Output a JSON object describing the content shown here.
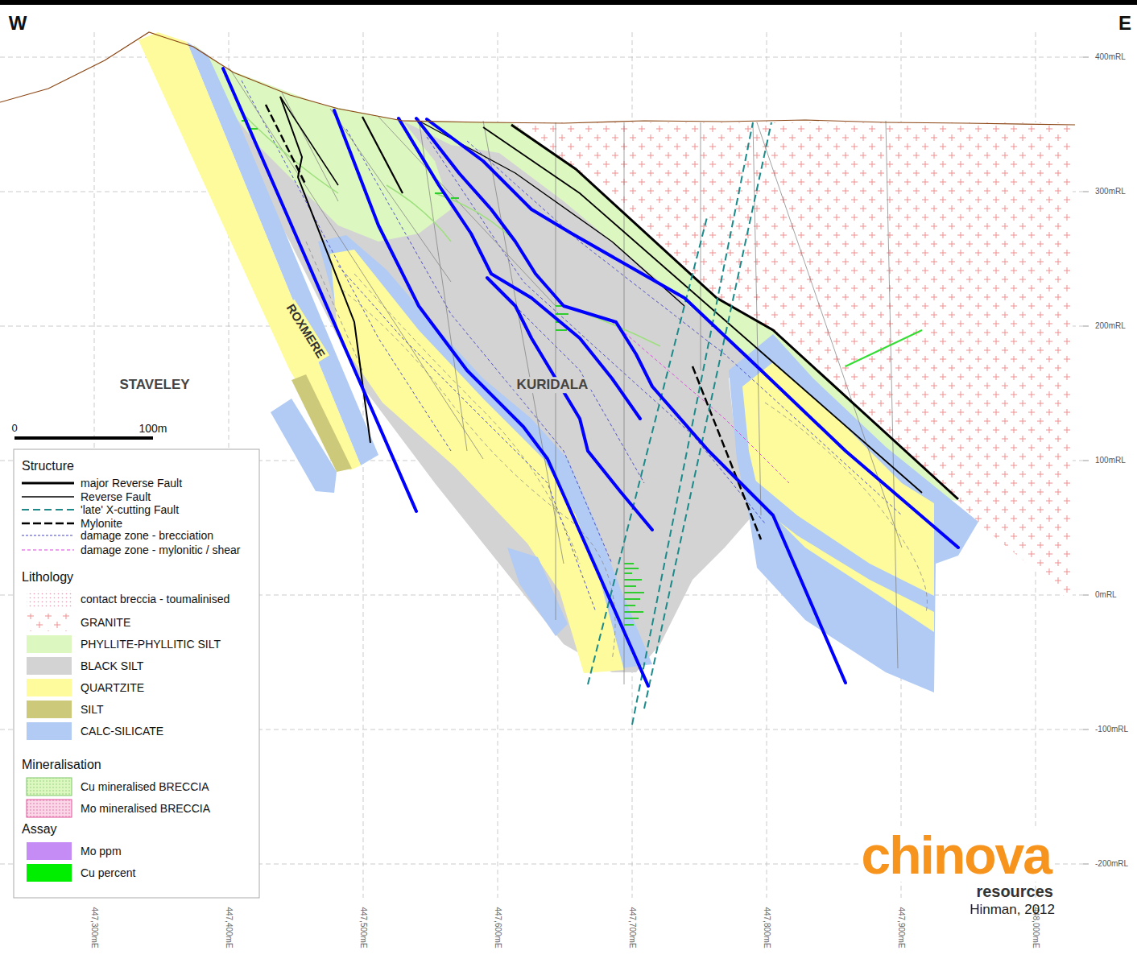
{
  "diagram": {
    "labels": [
      "W",
      "E",
      "400mRL",
      "300mRL",
      "200mRL",
      "100mRL",
      "0mRL",
      "-100mRL",
      "-200mRL",
      "ROXMERE",
      "STAVELEY",
      "KURIDALA",
      "0",
      "100m",
      "Structure",
      "Lithology",
      "Mineralisation",
      "Assay",
      "447,300mE",
      "447,400mE",
      "447,500mE",
      "447,600mE",
      "447,700mE",
      "447,800mE",
      "447,900mE",
      "448,000mE",
      "chinova",
      "resources",
      "Hinman, 2012"
    ],
    "legend": [
      {
        "text": "major Reverse Fault"
      },
      {
        "text": "Reverse Fault"
      },
      {
        "text": "'late' X-cutting Fault"
      },
      {
        "text": "Mylonite"
      },
      {
        "text": "damage zone - brecciation"
      },
      {
        "text": "damage zone - mylonitic / shear"
      },
      {
        "text": "contact breccia - toumalinised"
      },
      {
        "text": "GRANITE"
      },
      {
        "text": "PHYLLITE-PHYLLITIC SILT",
        "color": "#ddf7c0"
      },
      {
        "text": "BLACK SILT",
        "color": "#d3d3d3"
      },
      {
        "text": "QUARTZITE",
        "color": "#fdfb9b"
      },
      {
        "text": "SILT",
        "color": "#cdc97a"
      },
      {
        "text": "CALC-SILICATE",
        "color": "#b1cbf4"
      },
      {
        "text": "Cu mineralised BRECCIA"
      },
      {
        "text": "Mo mineralised BRECCIA"
      },
      {
        "text": "Mo ppm",
        "color": "#c58cf6"
      },
      {
        "text": "Cu percent",
        "color": "#00ee00"
      }
    ]
  }
}
